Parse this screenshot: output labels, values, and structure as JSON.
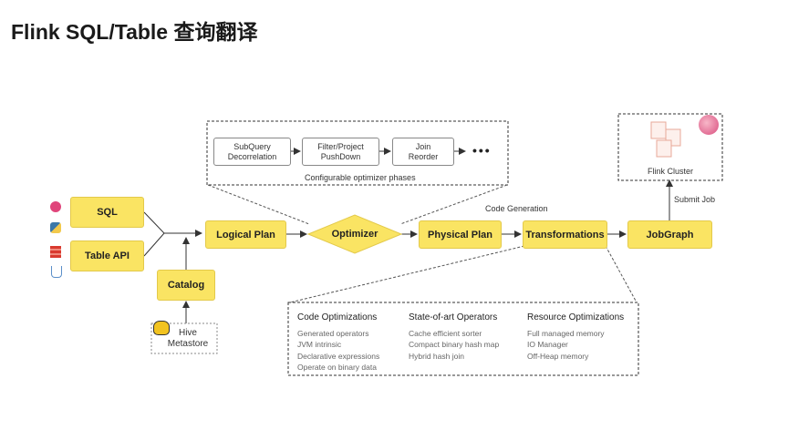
{
  "title": "Flink SQL/Table 查询翻译",
  "nodes": {
    "sql": "SQL",
    "table_api": "Table API",
    "catalog": "Catalog",
    "hive": "Hive Metastore",
    "logical_plan": "Logical Plan",
    "optimizer": "Optimizer",
    "physical_plan": "Physical Plan",
    "transformations": "Transformations",
    "jobgraph": "JobGraph",
    "flink_cluster": "Flink Cluster"
  },
  "labels": {
    "code_generation": "Code Generation",
    "submit_job": "Submit Job",
    "configurable_phases": "Configurable optimizer phases",
    "more": "•••"
  },
  "phases": [
    {
      "line1": "SubQuery",
      "line2": "Decorrelation"
    },
    {
      "line1": "Filter/Project",
      "line2": "PushDown"
    },
    {
      "line1": "Join",
      "line2": "Reorder"
    }
  ],
  "optimizations": [
    {
      "heading": "Code Optimizations",
      "items": [
        "Generated operators",
        "JVM intrinsic",
        "Declarative expressions",
        "Operate on binary data"
      ]
    },
    {
      "heading": "State-of-art Operators",
      "items": [
        "Cache efficient sorter",
        "Compact binary hash map",
        "Hybrid hash join"
      ]
    },
    {
      "heading": "Resource Optimizations",
      "items": [
        "Full managed memory",
        "IO Manager",
        "Off-Heap memory"
      ]
    }
  ],
  "colors": {
    "box_fill": "#fae463",
    "box_border": "#e3c94a",
    "line": "#333333"
  }
}
